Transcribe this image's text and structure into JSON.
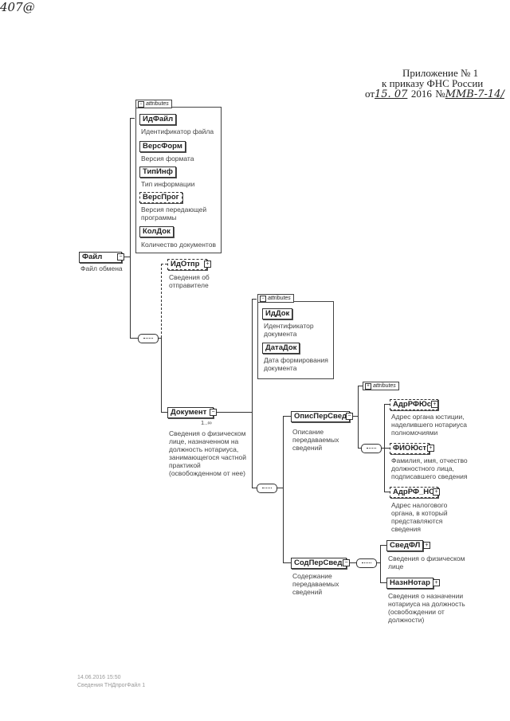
{
  "header": {
    "line1": "Приложение № 1",
    "line2": "к приказу ФНС России",
    "date_prefix": "от",
    "date_day_month": "15. 07",
    "date_year": "2016",
    "number_prefix": "№",
    "number_handwritten": "ММВ-7-14/",
    "number_suffix": "407@"
  },
  "root": {
    "name": "Файл",
    "desc": "Файл обмена"
  },
  "root_attrs": {
    "tab": "attributes",
    "items": [
      {
        "name": "ИдФайл",
        "desc": [
          "Идентификатор файла"
        ]
      },
      {
        "name": "ВерсФорм",
        "desc": [
          "Версия формата"
        ]
      },
      {
        "name": "ТипИнф",
        "desc": [
          "Тип информации"
        ]
      },
      {
        "name": "ВерсПрог",
        "desc": [
          "Версия передающей",
          "программы"
        ]
      },
      {
        "name": "КолДок",
        "desc": [
          "Количество документов"
        ]
      }
    ]
  },
  "idotpr": {
    "name": "ИдОтпр",
    "desc": [
      "Сведения об",
      "отправителе"
    ]
  },
  "doc_attrs": {
    "tab": "attributes",
    "items": [
      {
        "name": "ИдДок",
        "desc": [
          "Идентификатор",
          "документа"
        ]
      },
      {
        "name": "ДатаДок",
        "desc": [
          "Дата формирования",
          "документа"
        ]
      }
    ]
  },
  "dokument": {
    "name": "Документ",
    "mult": "1..∞",
    "desc": [
      "Сведения о физическом",
      "лице, назначенном на",
      "должность нотариуса,",
      "занимающегося частной",
      "практикой",
      "(освобожденном от нее)"
    ]
  },
  "opis": {
    "name": "ОписПерСвед",
    "desc": [
      "Описание",
      "передаваемых",
      "сведений"
    ]
  },
  "opis_attrs": {
    "tab": "attributes"
  },
  "adr_rf_yust": {
    "name": "АдрРФЮст",
    "desc": [
      "Адрес органа юстиции,",
      "наделившего нотариуса",
      "полномочиями"
    ]
  },
  "fio_yust": {
    "name": "ФИОЮст",
    "desc": [
      "Фамилия, имя, отчество",
      "должностного лица,",
      "подписавшего сведения"
    ]
  },
  "adr_rf_no": {
    "name": "АдрРФ_НО",
    "desc": [
      "Адрес налогового",
      "органа, в который",
      "представляются",
      "сведения"
    ]
  },
  "sod": {
    "name": "СодПерСвед",
    "desc": [
      "Содержание",
      "передаваемых",
      "сведений"
    ]
  },
  "sved_fl": {
    "name": "СведФЛ",
    "desc": [
      "Сведения о физическом",
      "лице"
    ]
  },
  "nazn": {
    "name": "НазнНотар",
    "desc": [
      "Сведения о назначении",
      "нотариуса на должность",
      "(освобождении от",
      "должности)"
    ]
  },
  "footer": {
    "line1": "14.06.2016 15:50",
    "line2": "Сведения ТНДпрогФайл 1"
  }
}
